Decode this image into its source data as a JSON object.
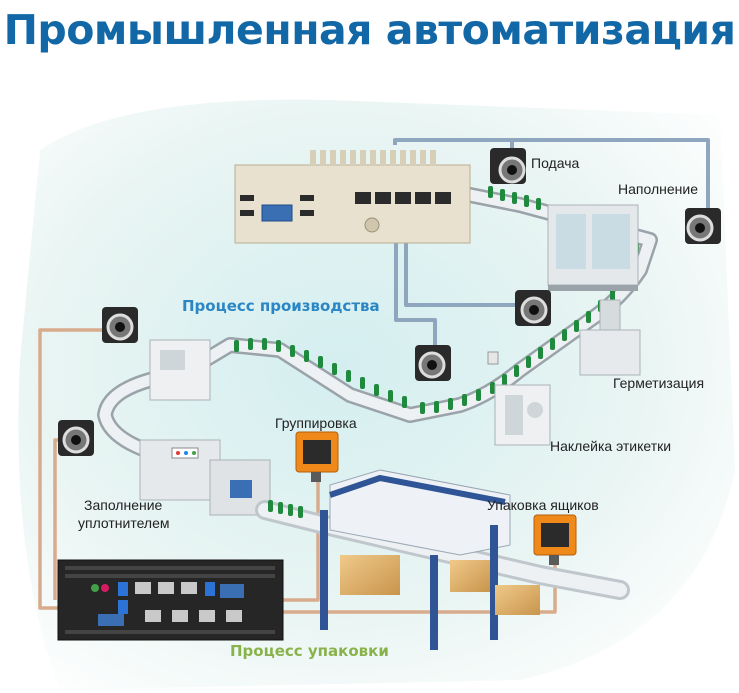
{
  "title": "Промышленная автоматизация",
  "colors": {
    "title": "#1268a6",
    "production_label": "#2a86c4",
    "packaging_label": "#88b34a",
    "vision_cable": "#8ea7bf",
    "io_cable": "#d8ab8c"
  },
  "labels": {
    "feeding": "Подача",
    "filling": "Наполнение",
    "production_process": "Процесс производства",
    "sealing": "Герметизация",
    "labeling": "Наклейка этикетки",
    "grouping": "Группировка",
    "filler_line1": "Заполнение",
    "filler_line2": "уплотнителем",
    "box_packing": "Упаковка ящиков",
    "packaging_process": "Процесс упаковки"
  },
  "icons": {
    "industrial_camera": "industrial-camera-icon",
    "barcode_reader": "barcode-reader-icon",
    "embedded_pc": "embedded-pc-icon"
  }
}
